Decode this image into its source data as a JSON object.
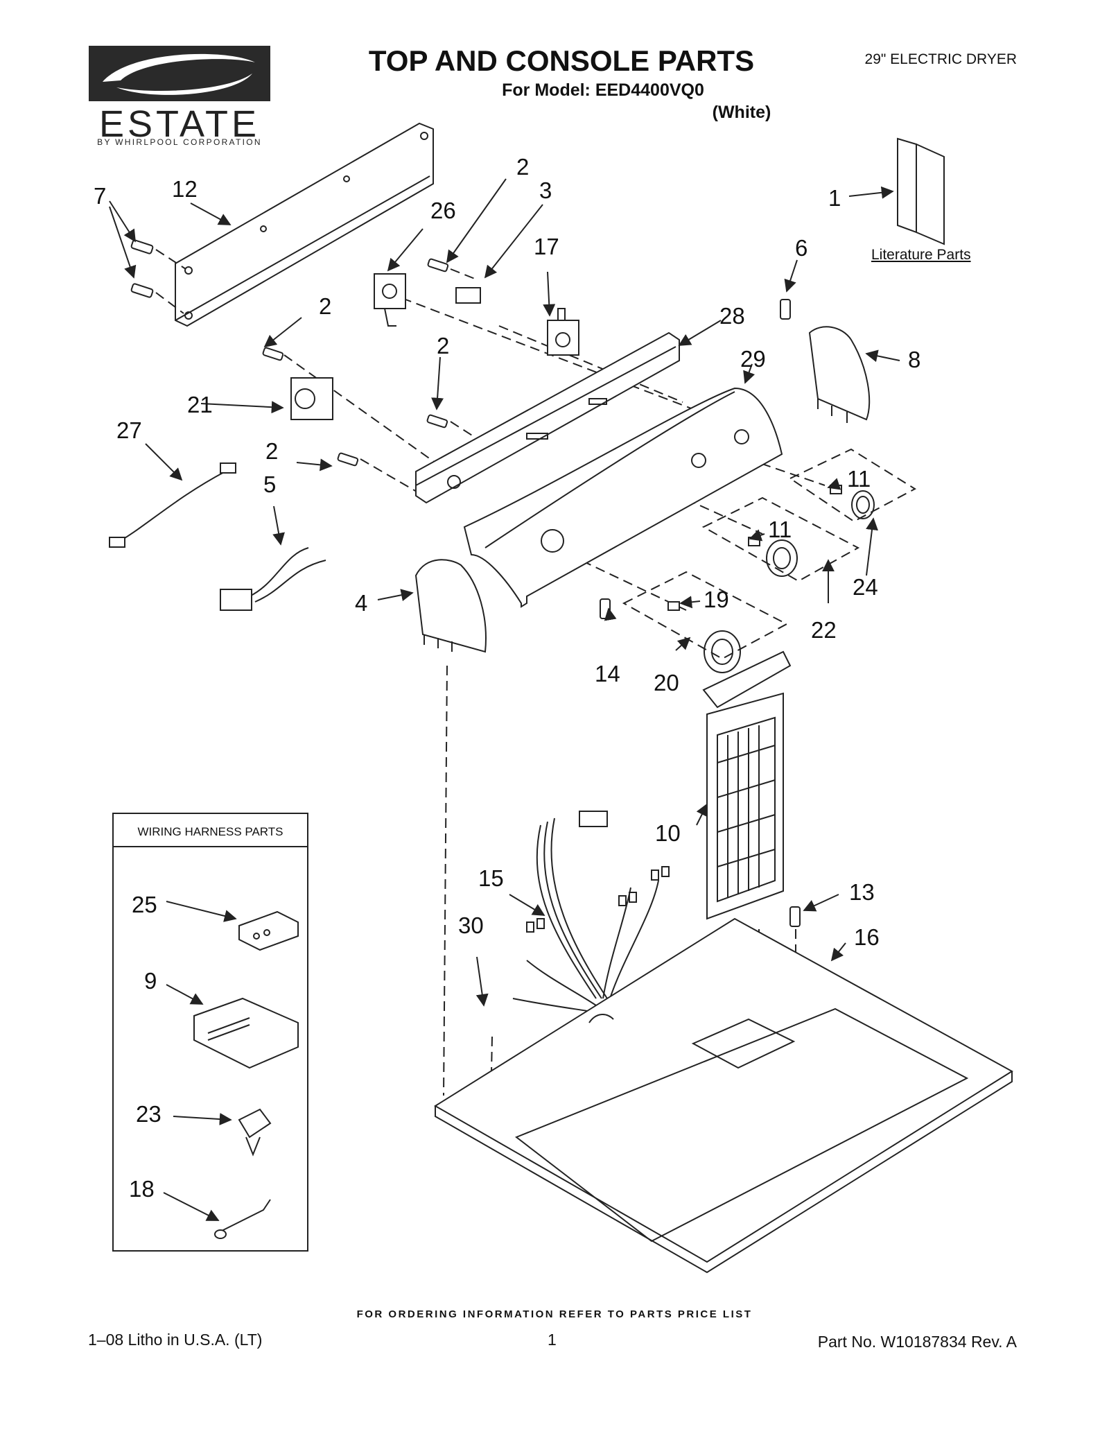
{
  "header": {
    "brand": "ESTATE",
    "brand_sub": "BY WHIRLPOOL CORPORATION",
    "title": "TOP AND CONSOLE PARTS",
    "model_line": "For Model: EED4400VQ0",
    "color_line": "(White)",
    "product": "29\" ELECTRIC DRYER"
  },
  "literature_label": "Literature Parts",
  "harness_title": "WIRING HARNESS PARTS",
  "callouts": [
    "1",
    "2",
    "3",
    "26",
    "17",
    "6",
    "7",
    "12",
    "2",
    "28",
    "29",
    "8",
    "2",
    "21",
    "27",
    "2",
    "5",
    "11",
    "11",
    "24",
    "22",
    "19",
    "4",
    "14",
    "20",
    "10",
    "15",
    "13",
    "16",
    "30",
    "25",
    "9",
    "23",
    "18"
  ],
  "footer": {
    "order_note": "FOR ORDERING INFORMATION REFER TO PARTS PRICE LIST",
    "litho": "1–08 Litho in U.S.A. (LT)",
    "page": "1",
    "part_no": "Part No. W10187834 Rev. A"
  }
}
